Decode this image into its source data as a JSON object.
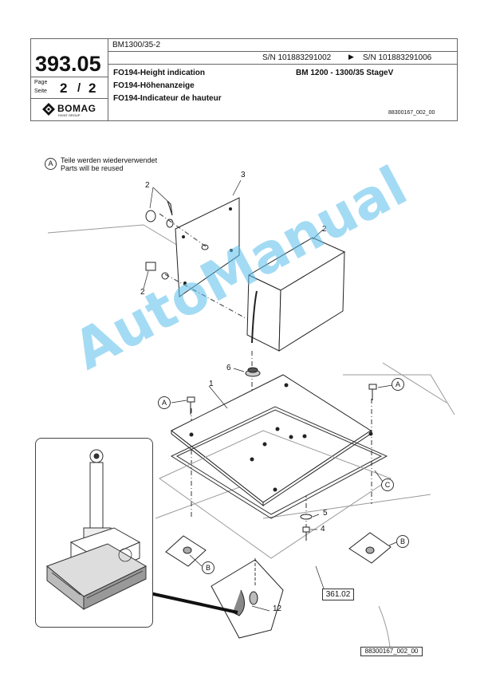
{
  "header": {
    "model": "BM1300/35-2",
    "page_number": "393.05",
    "page_label_1": "Page",
    "page_label_2": "Seite",
    "page_current": "2",
    "page_sep": "/",
    "page_total": "2",
    "serial_from": "S/N 101883291002",
    "serial_to": "S/N 101883291006",
    "title_en": "FO194-Height indication",
    "title_de": "FO194-Höhenanzeige",
    "title_fr": "FO194-Indicateur de hauteur",
    "machine": "BM 1200 - 1300/35 StageV",
    "doc_code": "88300167_002_00",
    "logo_text": "BOMAG",
    "logo_sub": "FAYAT GROUP"
  },
  "legend": {
    "marker": "A",
    "line_de": "Teile werden wiederverwendet",
    "line_en": "Parts will be reused"
  },
  "callouts": {
    "c1": "1",
    "c2a": "2",
    "c2b": "2",
    "c2c": "2",
    "c3": "3",
    "c4": "4",
    "c5": "5",
    "c6": "6",
    "c12": "12",
    "a1": "A",
    "a2": "A",
    "b1": "B",
    "b2": "B",
    "c_mark": "C"
  },
  "references": {
    "ref_page": "361.02",
    "doc_code_bottom": "88300167_002_00"
  },
  "watermark": "AutoManual"
}
